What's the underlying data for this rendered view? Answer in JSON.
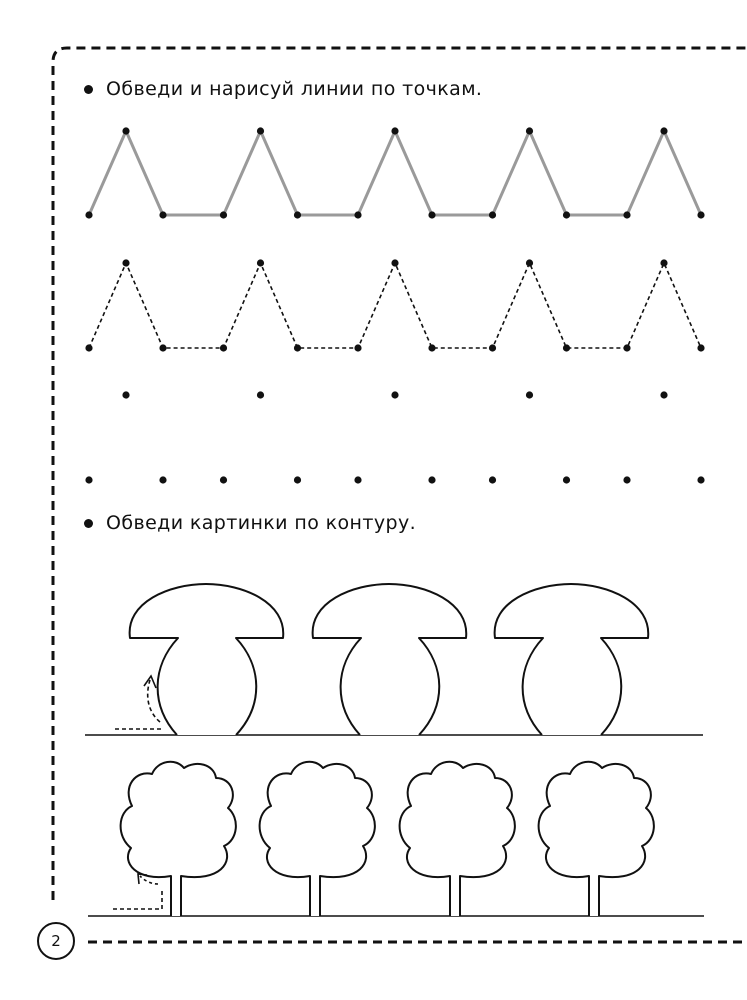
{
  "page_number": "2",
  "instructions": {
    "lines_task": "Обведи и нарисуй линии по точкам.",
    "contour_task": "Обведи картинки по контуру."
  },
  "colors": {
    "ink": "#111111",
    "gray_trace": "#9a9a9a",
    "paper": "#ffffff"
  },
  "exercises": {
    "zigzag_rows": [
      {
        "style": "solid-gray",
        "repeats": 5
      },
      {
        "style": "dashed",
        "repeats": 5
      },
      {
        "style": "dots-only",
        "repeats": 5
      }
    ],
    "mushrooms": {
      "count": 3,
      "start_hint": "dashed-arrow"
    },
    "trees": {
      "count": 4,
      "start_hint": "dashed-arrow"
    }
  }
}
